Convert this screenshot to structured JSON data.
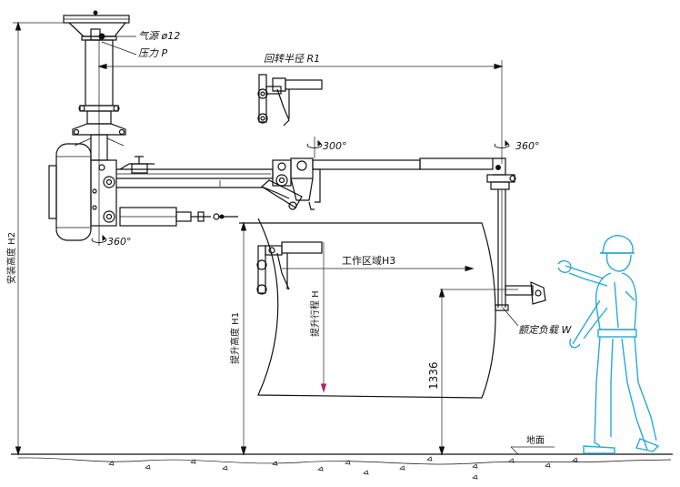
{
  "labels": {
    "air_source": "气源 ø12",
    "pressure": "压力 P",
    "slew_radius": "回转半径 R1",
    "rot_300": "300°",
    "rot_360_top": "360°",
    "rot_360_base": "360°",
    "work_area": "工作区域H3",
    "lift_stroke": "提升行程 H",
    "lift_height": "提升高度 H1",
    "install_height": "安装高度 H2",
    "dim_1336": "1336",
    "rated_load": "额定负载 W",
    "ground": "地面"
  },
  "colors": {
    "line": "#111111",
    "worker": "#29a9d6",
    "arrow_accent": "#b0226b"
  }
}
